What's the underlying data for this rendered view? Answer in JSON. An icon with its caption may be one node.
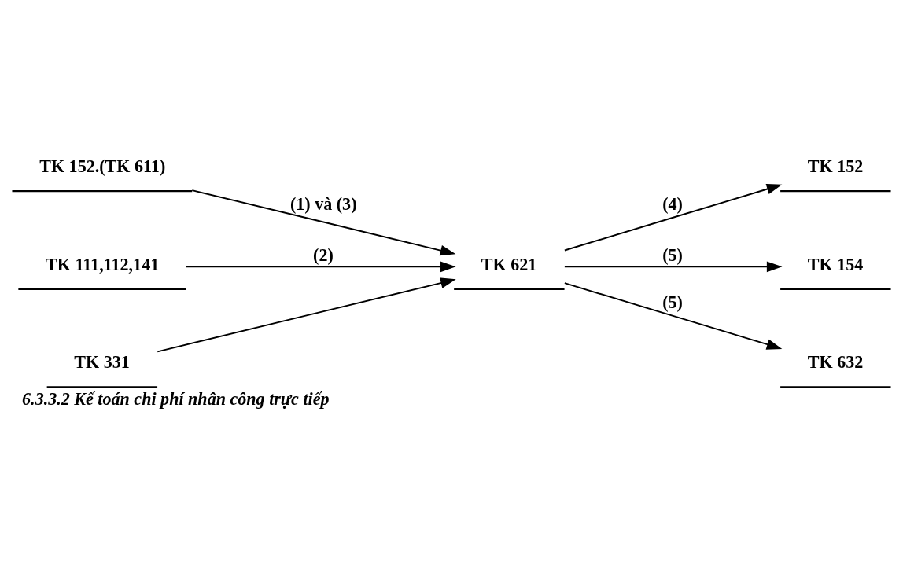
{
  "diagram": {
    "caption": "6.3.3.2 Kế toán chi phí nhân công trực tiếp",
    "nodes": [
      {
        "text": [
          "TK 152.(TK 611)"
        ]
      },
      {
        "text": [
          "TK 111,112,141"
        ]
      },
      {
        "text": [
          "TK 331"
        ]
      },
      {
        "text": [
          "TK 621"
        ]
      },
      {
        "text": [
          "TK 152"
        ]
      },
      {
        "text": [
          "TK 154"
        ]
      },
      {
        "text": [
          "TK 632"
        ]
      }
    ],
    "edges": [
      {
        "from": 0,
        "to": 3,
        "arrow": "to",
        "label": "(1) và (3)"
      },
      {
        "from": 1,
        "to": 3,
        "arrow": "to",
        "label": "(2)"
      },
      {
        "from": 2,
        "to": 3,
        "arrow": "to"
      },
      {
        "from": 3,
        "to": 4,
        "arrow": "to",
        "label": "(4)"
      },
      {
        "from": 3,
        "to": 5,
        "arrow": "to",
        "label": "(5)"
      },
      {
        "from": 3,
        "to": 6,
        "arrow": "to",
        "label": "(5)"
      }
    ]
  }
}
